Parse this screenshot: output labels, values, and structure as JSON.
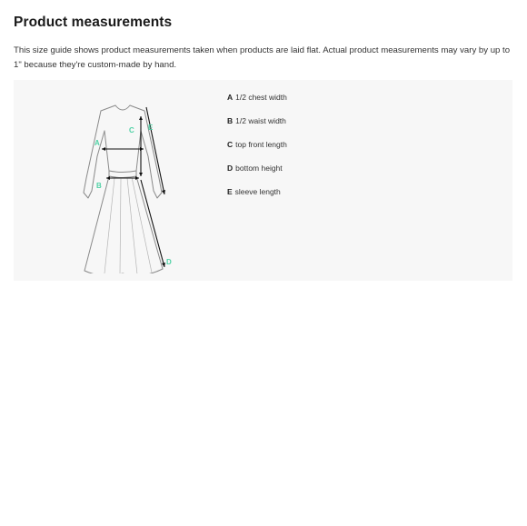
{
  "title": "Product measurements",
  "intro": "This size guide shows product measurements taken when products are laid flat. Actual product measurements may vary by up to 1\" because they're custom-made by hand.",
  "legend": [
    {
      "key": "A",
      "label": "1/2 chest width"
    },
    {
      "key": "B",
      "label": "1/2 waist width"
    },
    {
      "key": "C",
      "label": "top front length"
    },
    {
      "key": "D",
      "label": "bottom height"
    },
    {
      "key": "E",
      "label": "sleeve length"
    }
  ],
  "colors": {
    "accent": "#4fd1a5",
    "panel": "#f7f7f7",
    "line": "#8a8a8a",
    "arrow": "#111111"
  }
}
